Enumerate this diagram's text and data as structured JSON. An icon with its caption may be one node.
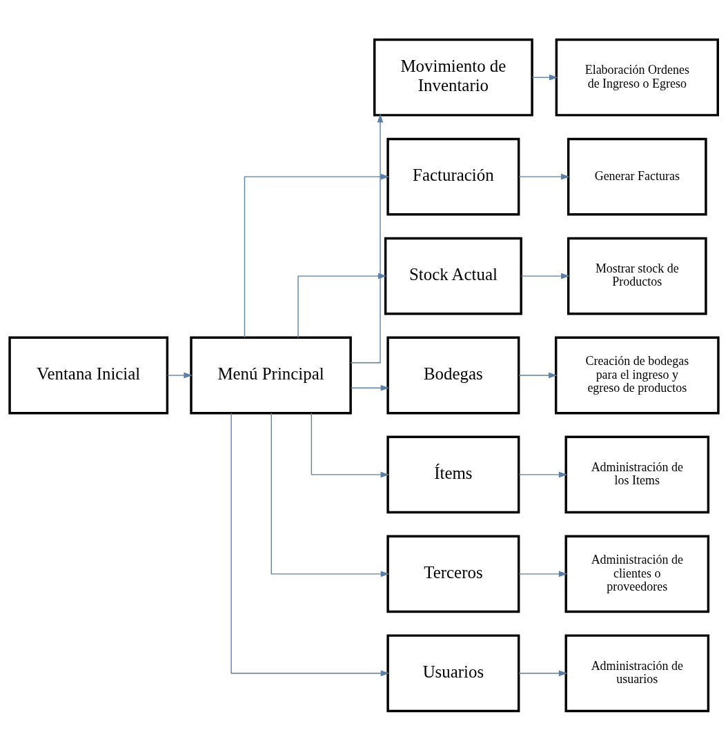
{
  "diagram": {
    "nodes": [
      {
        "text": [
          "Ventana Inicial"
        ]
      },
      {
        "text": [
          "Menú Principal"
        ]
      },
      {
        "text": [
          "Movimiento de Inventario"
        ]
      },
      {
        "text": [
          "Elaboración Ordenes de Ingreso o Egreso"
        ]
      },
      {
        "text": [
          "Facturación"
        ]
      },
      {
        "text": [
          "Generar Facturas"
        ]
      },
      {
        "text": [
          "Stock Actual"
        ]
      },
      {
        "text": [
          "Mostrar stock de Productos"
        ]
      },
      {
        "text": [
          "Bodegas"
        ]
      },
      {
        "text": [
          "Creación de bodegas para el ingreso y egreso de productos"
        ]
      },
      {
        "text": [
          "Ítems"
        ]
      },
      {
        "text": [
          "Administración de los Items"
        ]
      },
      {
        "text": [
          "Terceros"
        ]
      },
      {
        "text": [
          "Administración de clientes o proveedores"
        ]
      },
      {
        "text": [
          "Usuarios"
        ]
      },
      {
        "text": [
          "Administración de usuarios"
        ]
      }
    ],
    "edges": [
      {
        "from": 0,
        "to": 1,
        "arrow": "to"
      },
      {
        "from": 1,
        "to": 2,
        "arrow": "to"
      },
      {
        "from": 1,
        "to": 4,
        "arrow": "to"
      },
      {
        "from": 1,
        "to": 6,
        "arrow": "to"
      },
      {
        "from": 1,
        "to": 8,
        "arrow": "to"
      },
      {
        "from": 1,
        "to": 10,
        "arrow": "to"
      },
      {
        "from": 1,
        "to": 12,
        "arrow": "to"
      },
      {
        "from": 1,
        "to": 14,
        "arrow": "to"
      },
      {
        "from": 2,
        "to": 3,
        "arrow": "to"
      },
      {
        "from": 4,
        "to": 5,
        "arrow": "to"
      },
      {
        "from": 6,
        "to": 7,
        "arrow": "to"
      },
      {
        "from": 8,
        "to": 9,
        "arrow": "to"
      },
      {
        "from": 10,
        "to": 11,
        "arrow": "to"
      },
      {
        "from": 12,
        "to": 13,
        "arrow": "to"
      },
      {
        "from": 14,
        "to": 15,
        "arrow": "to"
      }
    ]
  }
}
